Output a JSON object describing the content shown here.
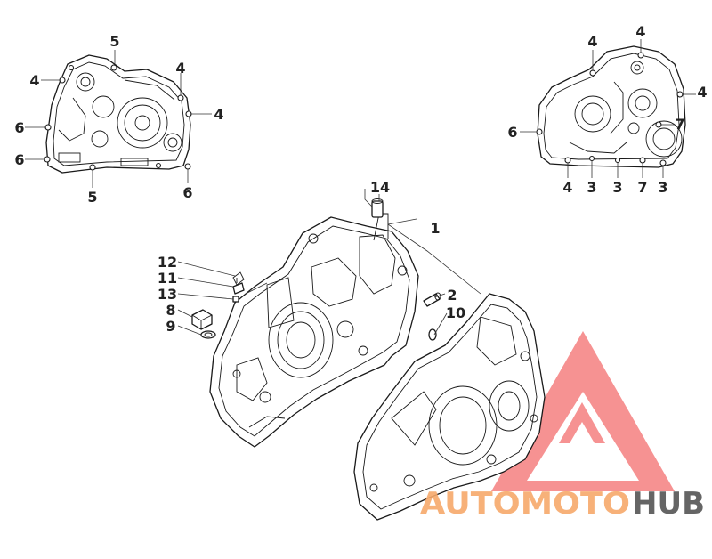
{
  "callouts": {
    "left_view": [
      {
        "id": "l5a",
        "text": "5"
      },
      {
        "id": "l4a",
        "text": "4"
      },
      {
        "id": "l4b",
        "text": "4"
      },
      {
        "id": "l4c",
        "text": "4"
      },
      {
        "id": "l6a",
        "text": "6"
      },
      {
        "id": "l6b",
        "text": "6"
      },
      {
        "id": "l5b",
        "text": "5"
      },
      {
        "id": "l6c",
        "text": "6"
      }
    ],
    "right_view": [
      {
        "id": "r4a",
        "text": "4"
      },
      {
        "id": "r4b",
        "text": "4"
      },
      {
        "id": "r4c",
        "text": "4"
      },
      {
        "id": "r7a",
        "text": "7"
      },
      {
        "id": "r6a",
        "text": "6"
      },
      {
        "id": "r4d",
        "text": "4"
      },
      {
        "id": "r3a",
        "text": "3"
      },
      {
        "id": "r3b",
        "text": "3"
      },
      {
        "id": "r7b",
        "text": "7"
      },
      {
        "id": "r3c",
        "text": "3"
      }
    ],
    "main_view": [
      {
        "id": "m14",
        "text": "14"
      },
      {
        "id": "m1",
        "text": "1"
      },
      {
        "id": "m2",
        "text": "2"
      },
      {
        "id": "m10",
        "text": "10"
      },
      {
        "id": "m12",
        "text": "12"
      },
      {
        "id": "m11",
        "text": "11"
      },
      {
        "id": "m13",
        "text": "13"
      },
      {
        "id": "m8",
        "text": "8"
      },
      {
        "id": "m9",
        "text": "9"
      }
    ]
  },
  "watermark": {
    "text_part1": "AUTOMOTO",
    "text_part2": "HUB",
    "color_part1": "#f6a86a",
    "color_part2": "#4a4a4a",
    "triangle_color": "#f04a4a"
  }
}
